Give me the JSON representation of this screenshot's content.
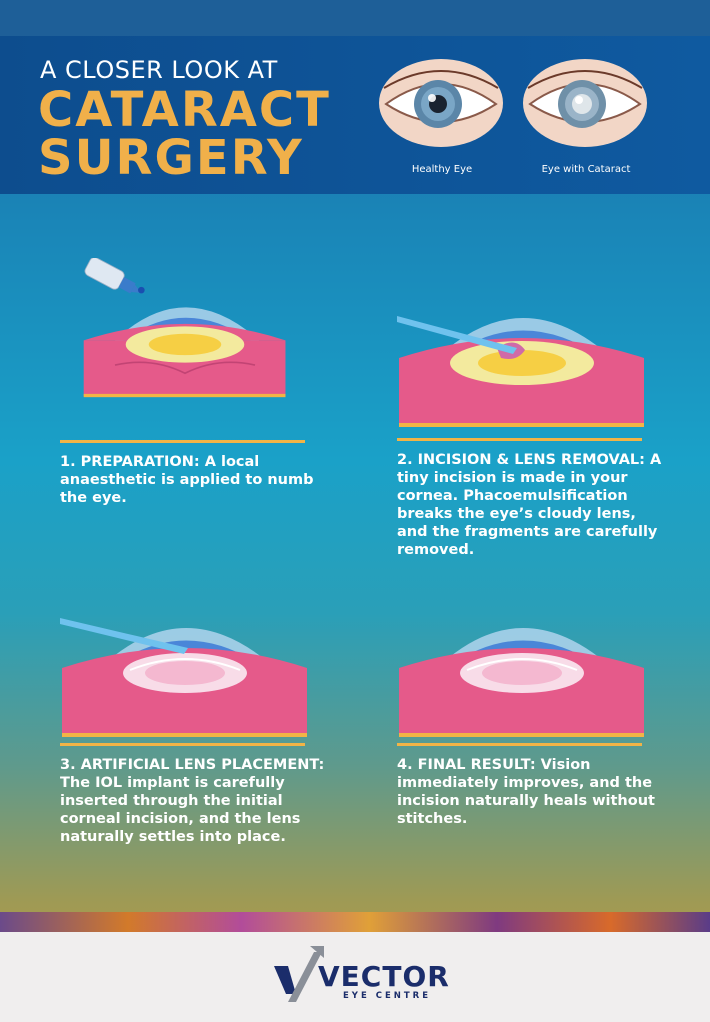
{
  "header": {
    "kicker": "A CLOSER LOOK AT",
    "title_line1": "CATARACT",
    "title_line2": "SURGERY",
    "eyes": [
      {
        "caption": "Healthy Eye"
      },
      {
        "caption": "Eye with Cataract"
      }
    ]
  },
  "steps": [
    {
      "text": "1. PREPARATION: A local anaesthetic is applied to numb the eye."
    },
    {
      "text": "2. INCISION & LENS REMOVAL: A tiny incision is made in your cornea. Phacoemulsification breaks the eye’s cloudy lens, and the fragments are carefully removed."
    },
    {
      "text": "3. ARTIFICIAL LENS PLACEMENT: The IOL implant is carefully inserted through the initial corneal incision, and the lens naturally settles into place."
    },
    {
      "text": "4. FINAL RESULT:  Vision immediately improves, and the incision naturally heals without stitches."
    }
  ],
  "logo": {
    "name": "VECTOR",
    "sub": "EYE CENTRE"
  },
  "colors": {
    "header_bg": "#0d4d8e",
    "accent": "#f0b04a",
    "logo_navy": "#1b2d6b"
  }
}
